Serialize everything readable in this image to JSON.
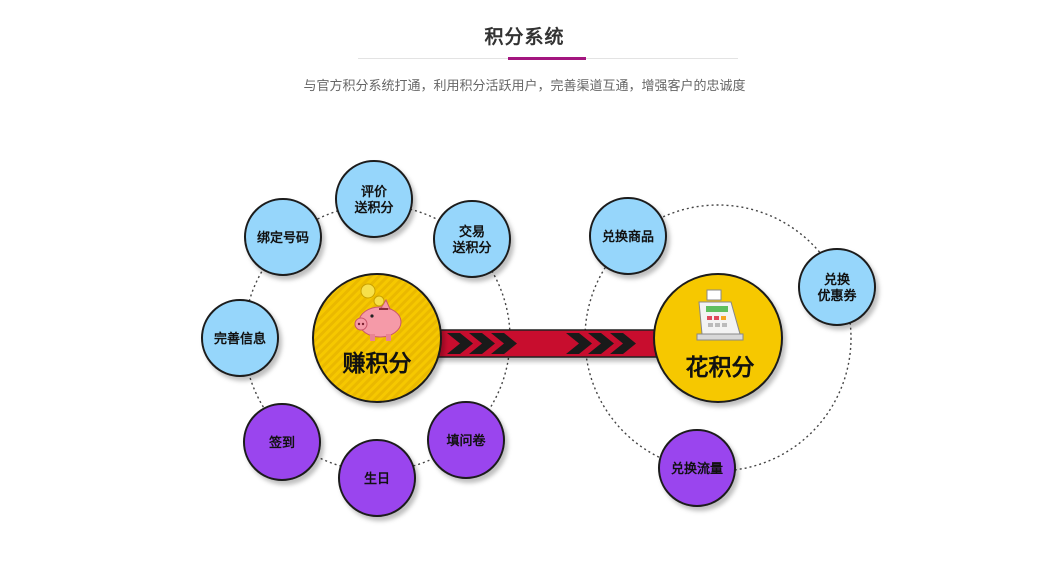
{
  "header": {
    "title": "积分系统",
    "subtitle": "与官方积分系统打通，利用积分活跃用户，完善渠道互通，增强客户的忠诚度"
  },
  "colors": {
    "accent": "#a3157f",
    "hub_yellow": "#f6c800",
    "node_blue": "#96d6fb",
    "node_purple": "#9a45ee",
    "arrow_red": "#c8102e"
  },
  "hubs": {
    "earn": {
      "label": "赚积分",
      "icon": "piggy-bank-coins-icon"
    },
    "spend": {
      "label": "花积分",
      "icon": "cash-register-icon"
    }
  },
  "earn_nodes": [
    {
      "lines": [
        "绑定号码"
      ],
      "color": "blue"
    },
    {
      "lines": [
        "评价",
        "送积分"
      ],
      "color": "blue"
    },
    {
      "lines": [
        "交易",
        "送积分"
      ],
      "color": "blue"
    },
    {
      "lines": [
        "完善信息"
      ],
      "color": "blue"
    },
    {
      "lines": [
        "签到"
      ],
      "color": "purple"
    },
    {
      "lines": [
        "生日"
      ],
      "color": "purple"
    },
    {
      "lines": [
        "填问卷"
      ],
      "color": "purple"
    }
  ],
  "spend_nodes": [
    {
      "lines": [
        "兑换商品"
      ],
      "color": "blue"
    },
    {
      "lines": [
        "兑换",
        "优惠券"
      ],
      "color": "blue"
    },
    {
      "lines": [
        "兑换流量"
      ],
      "color": "purple"
    }
  ]
}
